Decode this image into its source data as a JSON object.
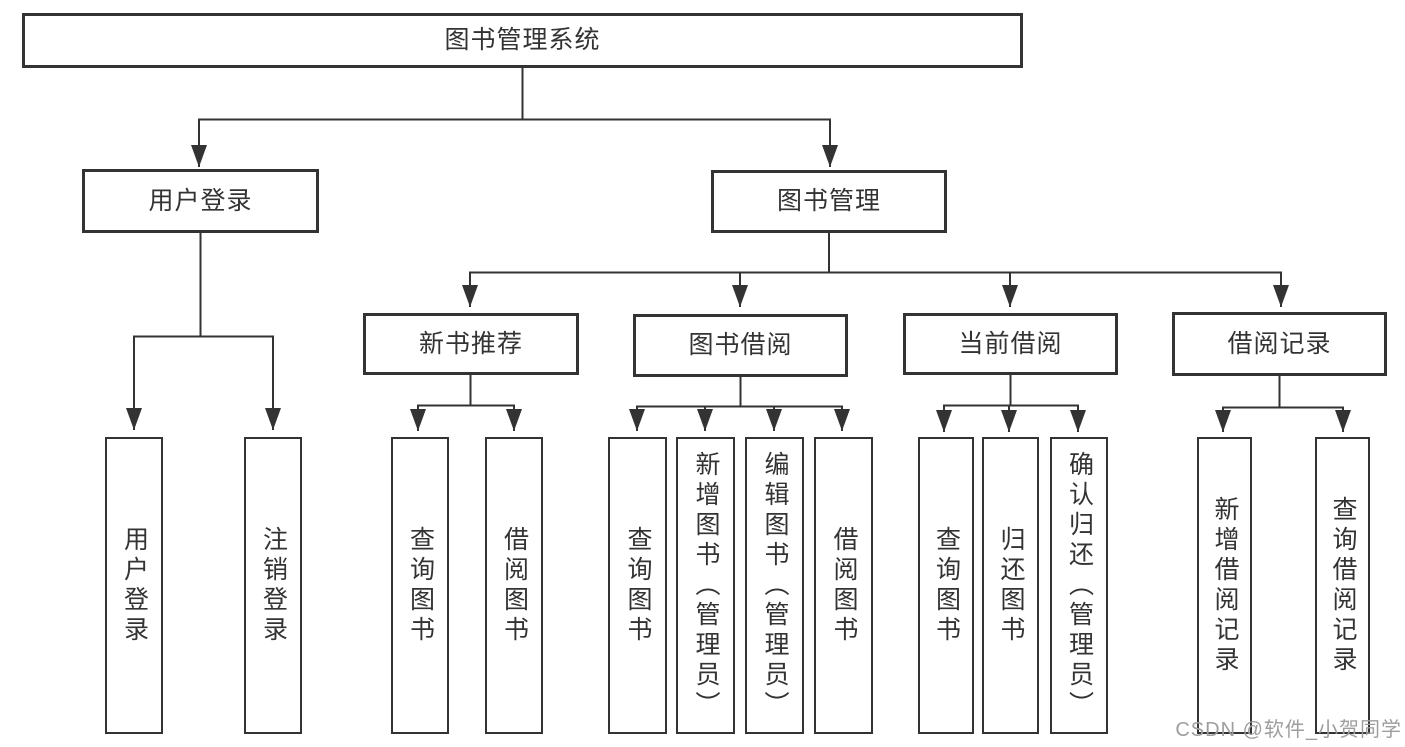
{
  "diagram": {
    "type": "hierarchy-tree",
    "title": "图书管理系统",
    "hierarchy": {
      "图书管理系统": {
        "用户登录": [
          "用户登录",
          "注销登录"
        ],
        "图书管理": {
          "新书推荐": [
            "查询图书",
            "借阅图书"
          ],
          "图书借阅": [
            "查询图书",
            "新增图书（管理员）",
            "编辑图书（管理员）",
            "借阅图书"
          ],
          "当前借阅": [
            "查询图书",
            "归还图书",
            "确认归还（管理员）"
          ],
          "借阅记录": [
            "新增借阅记录",
            "查询借阅记录"
          ]
        }
      }
    }
  },
  "nodes": {
    "root": "图书管理系统",
    "user_login": "用户登录",
    "book_mgmt": "图书管理",
    "new_book_rec": "新书推荐",
    "book_borrow": "图书借阅",
    "current_borrow": "当前借阅",
    "borrow_records": "借阅记录",
    "leaf_user_login": "用户登录",
    "leaf_logout": "注销登录",
    "leaf_rec_query": "查询图书",
    "leaf_rec_borrow": "借阅图书",
    "leaf_bb_query": "查询图书",
    "leaf_bb_add": "新增图书（管理员）",
    "leaf_bb_edit": "编辑图书（管理员）",
    "leaf_bb_borrow": "借阅图书",
    "leaf_cb_query": "查询图书",
    "leaf_cb_return": "归还图书",
    "leaf_cb_confirm": "确认归还（管理员）",
    "leaf_br_add": "新增借阅记录",
    "leaf_br_query": "查询借阅记录"
  },
  "watermark": {
    "text": "CSDN @软件_小贺同学"
  },
  "colors": {
    "line": "#333333",
    "box_border": "#333333",
    "box_background": "#ffffff",
    "text": "#333333",
    "watermark": "#9e9e9e",
    "background": "#ffffff"
  }
}
